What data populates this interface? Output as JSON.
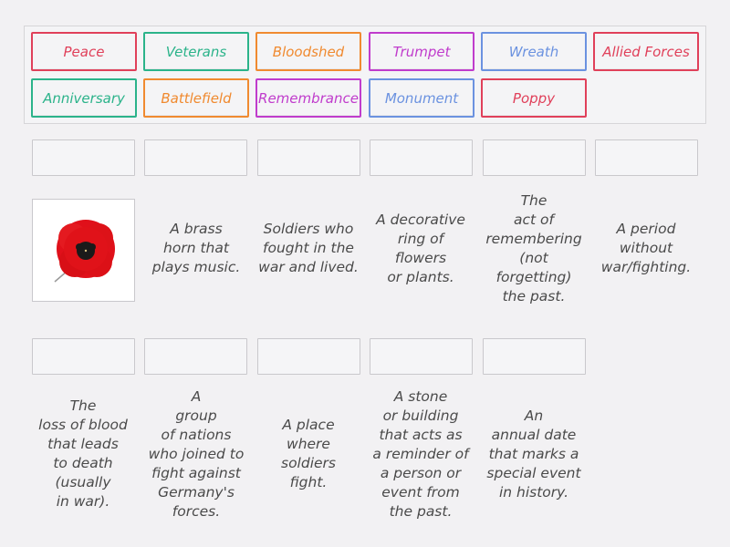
{
  "word_bank": {
    "tiles": [
      {
        "label": "Peace",
        "color": "#e0405a"
      },
      {
        "label": "Veterans",
        "color": "#2bb38a"
      },
      {
        "label": "Bloodshed",
        "color": "#f08a30"
      },
      {
        "label": "Trumpet",
        "color": "#c03ccc"
      },
      {
        "label": "Wreath",
        "color": "#6b92e0"
      },
      {
        "label": "Allied Forces",
        "color": "#e0405a"
      },
      {
        "label": "Anniversary",
        "color": "#2bb38a"
      },
      {
        "label": "Battlefield",
        "color": "#f08a30"
      },
      {
        "label": "Remembrance",
        "color": "#c03ccc"
      },
      {
        "label": "Monument",
        "color": "#6b92e0"
      },
      {
        "label": "Poppy",
        "color": "#e0405a"
      }
    ]
  },
  "clues": {
    "row1": [
      {
        "type": "image",
        "image": "red-poppy-image",
        "text": ""
      },
      {
        "type": "text",
        "text": "A brass\nhorn that\nplays music."
      },
      {
        "type": "text",
        "text": "Soldiers who\nfought in the\nwar and lived."
      },
      {
        "type": "text",
        "text": "A decorative\nring of\nflowers\nor plants."
      },
      {
        "type": "text",
        "text": "The\nact of\nremembering\n(not\nforgetting)\nthe past."
      },
      {
        "type": "text",
        "text": "A period\nwithout\nwar/fighting."
      }
    ],
    "row2": [
      {
        "type": "text",
        "text": "The\nloss of blood\nthat leads\nto death\n(usually\nin war)."
      },
      {
        "type": "text",
        "text": "A\ngroup\nof nations\nwho joined to\nfight against\nGermany's\nforces."
      },
      {
        "type": "text",
        "text": "A place\nwhere\nsoldiers\nfight."
      },
      {
        "type": "text",
        "text": "A stone\nor building\nthat acts as\na reminder of\na person or\nevent from\nthe past."
      },
      {
        "type": "text",
        "text": "An\nannual date\nthat marks a\nspecial event\nin history."
      }
    ]
  }
}
